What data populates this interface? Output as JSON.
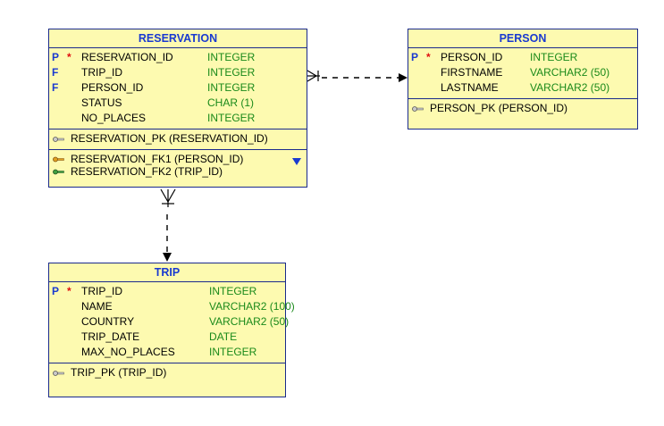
{
  "tables": {
    "reservation": {
      "title": "RESERVATION",
      "columns": [
        {
          "flag": "P",
          "required": "*",
          "name": "RESERVATION_ID",
          "type": "INTEGER"
        },
        {
          "flag": "F",
          "required": "",
          "name": "TRIP_ID",
          "type": "INTEGER"
        },
        {
          "flag": "F",
          "required": "",
          "name": "PERSON_ID",
          "type": "INTEGER"
        },
        {
          "flag": "",
          "required": "",
          "name": "STATUS",
          "type": "CHAR (1)"
        },
        {
          "flag": "",
          "required": "",
          "name": "NO_PLACES",
          "type": "INTEGER"
        }
      ],
      "pk": "RESERVATION_PK (RESERVATION_ID)",
      "fk1": "RESERVATION_FK1 (PERSON_ID)",
      "fk2": "RESERVATION_FK2 (TRIP_ID)"
    },
    "person": {
      "title": "PERSON",
      "columns": [
        {
          "flag": "P",
          "required": "*",
          "name": "PERSON_ID",
          "type": "INTEGER"
        },
        {
          "flag": "",
          "required": "",
          "name": "FIRSTNAME",
          "type": "VARCHAR2 (50)"
        },
        {
          "flag": "",
          "required": "",
          "name": "LASTNAME",
          "type": "VARCHAR2 (50)"
        }
      ],
      "pk": "PERSON_PK (PERSON_ID)"
    },
    "trip": {
      "title": "TRIP",
      "columns": [
        {
          "flag": "P",
          "required": "*",
          "name": "TRIP_ID",
          "type": "INTEGER"
        },
        {
          "flag": "",
          "required": "",
          "name": "NAME",
          "type": "VARCHAR2 (100)"
        },
        {
          "flag": "",
          "required": "",
          "name": "COUNTRY",
          "type": "VARCHAR2 (50)"
        },
        {
          "flag": "",
          "required": "",
          "name": "TRIP_DATE",
          "type": "DATE"
        },
        {
          "flag": "",
          "required": "",
          "name": "MAX_NO_PLACES",
          "type": "INTEGER"
        }
      ],
      "pk": "TRIP_PK (TRIP_ID)"
    }
  },
  "colors": {
    "border": "#1a2a8c",
    "fill": "#fdfab0",
    "title": "#1a3ad0",
    "type": "#1a8a1a",
    "required": "#e01010"
  },
  "icons": {
    "key": "key-icon",
    "fk": "foreign-key-icon",
    "scroll": "scroll-down-triangle-icon"
  }
}
